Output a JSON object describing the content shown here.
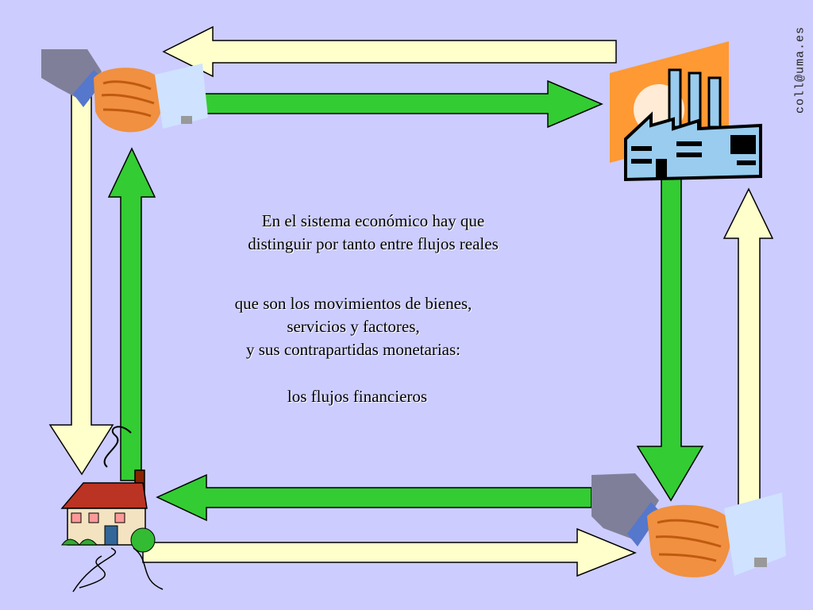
{
  "text": {
    "line1": "En el sistema económico hay que",
    "line2": "distinguir por tanto entre flujos reales",
    "line3": "que son los movimientos de bienes,",
    "line4": "servicios y factores,",
    "line5": "y sus contrapartidas monetarias:",
    "line6": "los flujos financieros"
  },
  "credit": "coll@uma.es",
  "colors": {
    "background": "#ccccff",
    "real_flow": "#33cc33",
    "financial_flow": "#ffffcc",
    "outline": "#000000",
    "factory_sun": "#ff9933",
    "factory_building": "#99ccee"
  },
  "icons": {
    "top_left": "handshake-icon",
    "top_right": "factory-icon",
    "bottom_left": "house-icon",
    "bottom_right": "handshake-icon"
  }
}
